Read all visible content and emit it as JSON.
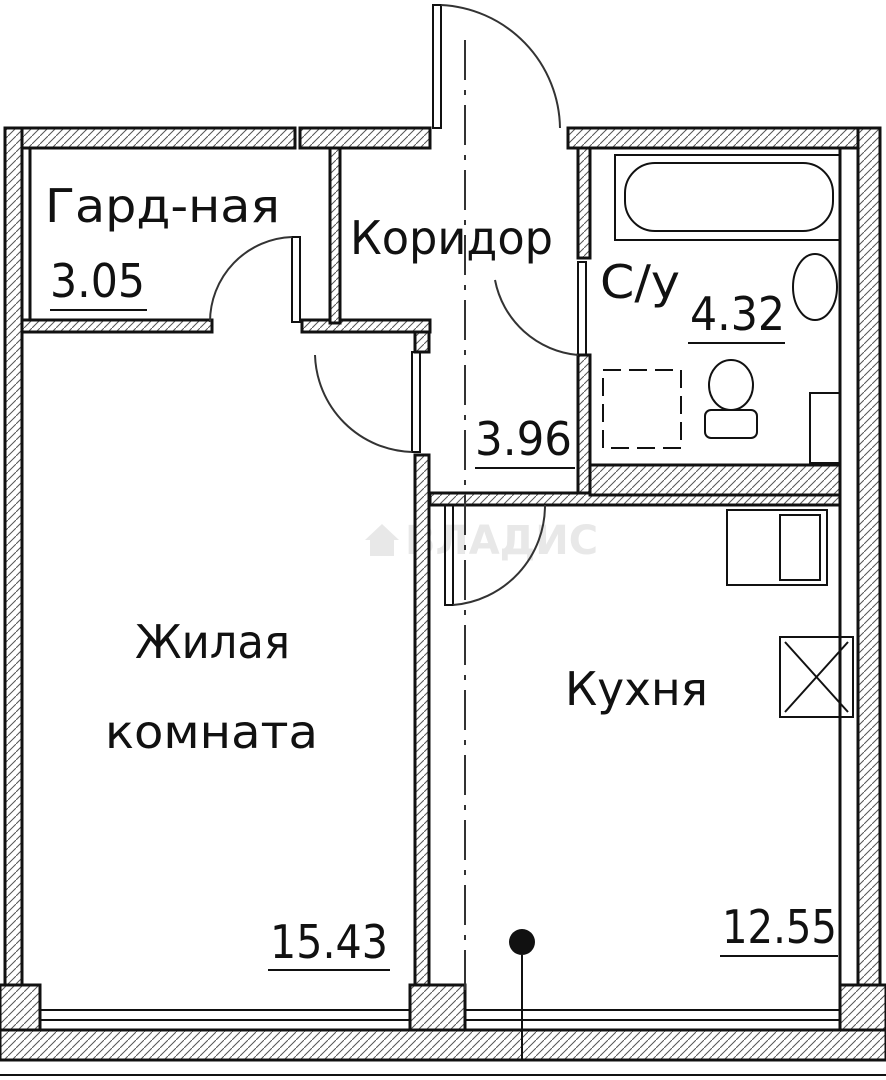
{
  "plan": {
    "rooms": [
      {
        "name": "Гард-ная",
        "area": "3.05"
      },
      {
        "name": "Коридор",
        "area": "3.96"
      },
      {
        "name": "С/у",
        "area": "4.32"
      },
      {
        "name_line1": "Жилая",
        "name_line2": "комната",
        "area": "15.43"
      },
      {
        "name": "Кухня",
        "area": "12.55"
      }
    ],
    "watermark": "ВЛАДИС"
  }
}
